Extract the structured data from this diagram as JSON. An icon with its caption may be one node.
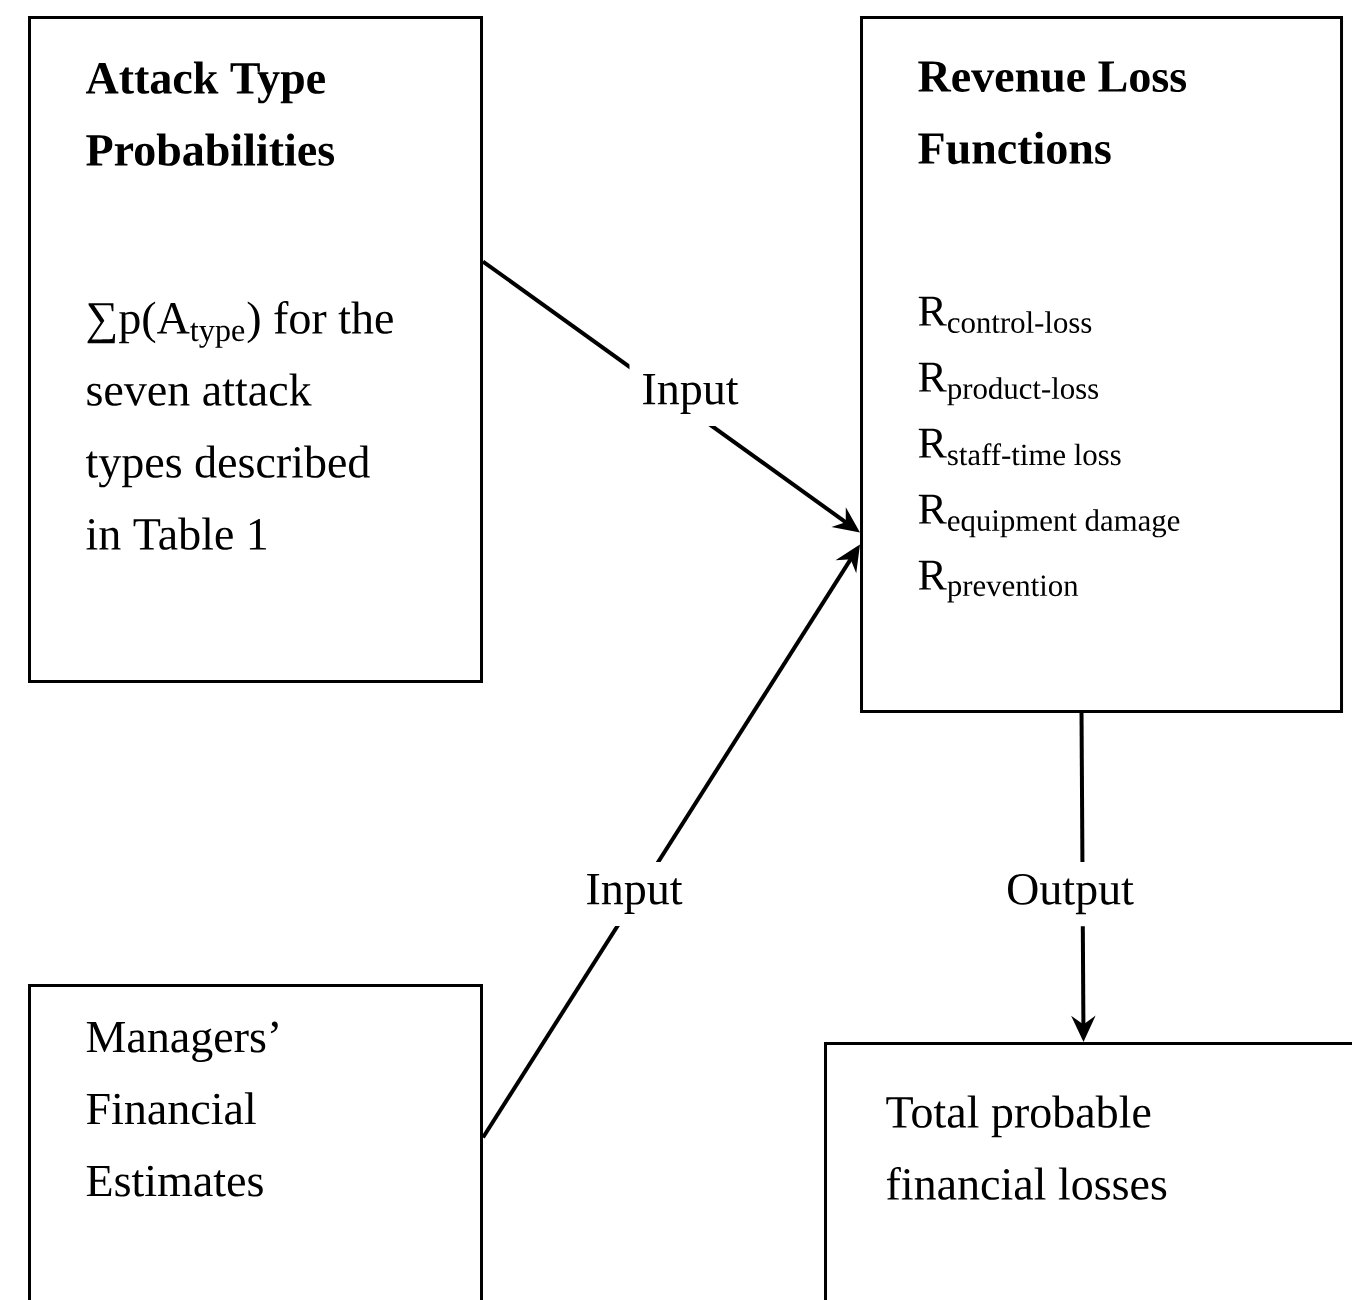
{
  "diagram": {
    "nodes": [
      {
        "text": [
          "Attack Type Probabilities",
          "∑p(A$_{type}$) for the seven attack types described in Table 1"
        ]
      },
      {
        "text": [
          "Revenue Loss Functions",
          "\\text{R}_{\\text{control-loss}}",
          "\\text{R}_{\\text{product-loss}}",
          "\\text{R}_{\\text{staff-time loss}}",
          "\\text{R}_{\\text{equipment damage}}",
          "\\text{R}_{\\text{prevention}}"
        ]
      },
      {
        "text": [
          "Managers’ Financial Estimates"
        ]
      },
      {
        "text": [
          "Total probable financial losses"
        ]
      }
    ],
    "edges": [
      {
        "from": 0,
        "to": 1,
        "arrow": "to",
        "label": "Input"
      },
      {
        "from": 2,
        "to": 1,
        "arrow": "to",
        "label": "Input"
      },
      {
        "from": 1,
        "to": 3,
        "arrow": "to",
        "label": "Output"
      }
    ]
  }
}
